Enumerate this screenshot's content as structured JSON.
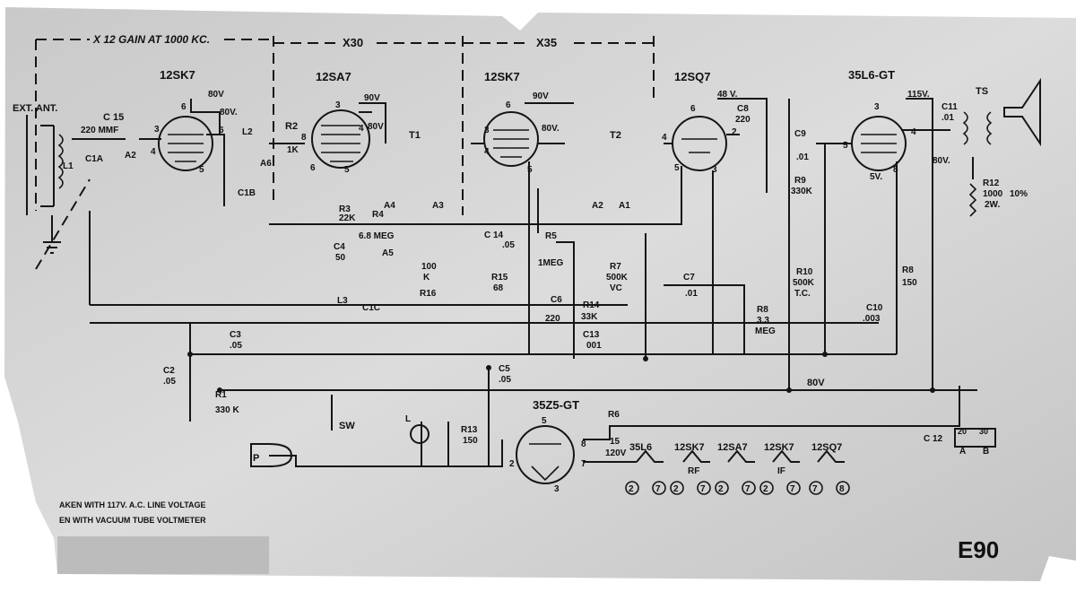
{
  "schematic": {
    "header": {
      "stage1_gain": "X 12 GAIN AT 1000 KC.",
      "stage2_gain": "X30",
      "stage3_gain": "X35"
    },
    "tubes": {
      "rf_amp": "12SK7",
      "converter": "12SA7",
      "if_amp": "12SK7",
      "detector": "12SQ7",
      "output": "35L6-GT",
      "rectifier": "35Z5-GT"
    },
    "antenna": {
      "label": "EXT. ANT.",
      "coil": "L1"
    },
    "voltages": {
      "v80a": "80V",
      "v80b": "80V.",
      "v90a": "90V",
      "v80c": "80V",
      "v90b": "90V",
      "v80d": "80V.",
      "v48": "48 V.",
      "v115": "115V.",
      "v80e": "80V.",
      "v5": "5V.",
      "bplus": "80V",
      "v120": "120V"
    },
    "components": {
      "c15": "C 15",
      "c15v": "220 MMF",
      "c1a": "C1A",
      "c1b": "C1B",
      "c1c": "C1C",
      "a2a": "A2",
      "a6a": "A6",
      "a5": "A5",
      "a4": "A4",
      "a3": "A3",
      "a2b": "A2",
      "a1": "A1",
      "l2": "L2",
      "l3": "L3",
      "l_lamp": "L",
      "r2": "R2",
      "r2v": "1K",
      "r3": "R3",
      "r3v": "22K",
      "r4": "R4",
      "r4v": "6.8 MEG",
      "c4": "C4",
      "c4v": "50",
      "t1": "T1",
      "t2": "T2",
      "ts": "TS",
      "c14": "C 14",
      "c14v": ".05",
      "r5": "R5",
      "r5v": "1MEG",
      "r15": "R15",
      "r15v": "68",
      "c6": "C6",
      "c6v": "220",
      "r16a": "100",
      "r16b": "K",
      "r16": "R16",
      "r7": "R7",
      "r7v": "500K",
      "r7t": "VC",
      "c7": "C7",
      "c7v": ".01",
      "r14": "R14",
      "r14v": "33K",
      "c13": "C13",
      "c13v": "001",
      "r8": "R8",
      "r8v": "3.3",
      "r8u": "MEG",
      "c8": "C8",
      "c8v": "220",
      "c9": "C9",
      "c9v": ".01",
      "r9": "R9",
      "r9v": "330K",
      "r10": "R10",
      "r10v": "500K",
      "r10t": "T.C.",
      "c10": "C10",
      "c10v": ".003",
      "rb": "R8",
      "rbv": "150",
      "c11": "C11",
      "c11v": ".01",
      "r12": "R12",
      "r12v": "1000",
      "r12t": "10%",
      "r12w": "2W.",
      "c3": "C3",
      "c3v": ".05",
      "c2": "C2",
      "c2v": ".05",
      "r1": "R1",
      "r1v": "330 K",
      "c5": "C5",
      "c5v": ".05",
      "r13": "R13",
      "r13v": "150",
      "r6": "R6",
      "r6v": "15",
      "sw": "SW",
      "plug": "P",
      "c12": "C 12",
      "c12a": "A",
      "c12b": "B",
      "c12_20": "20",
      "c12_30": "30"
    },
    "pins": {
      "p1": "3",
      "p2": "4",
      "p3": "5",
      "p4": "6",
      "p5": "6",
      "p6": "3",
      "p7": "4",
      "p8": "5",
      "p9": "6",
      "p10": "8",
      "p11": "3",
      "p12": "4",
      "p13": "5",
      "p14": "6",
      "p15": "4",
      "p16": "5",
      "p17": "6",
      "p18": "2",
      "p19": "3",
      "p20": "3",
      "p21": "4",
      "p22": "5",
      "p23": "8",
      "p24": "5",
      "p25": "8",
      "p26": "2",
      "p27": "7",
      "p28": "3"
    },
    "heater_string": {
      "tubes": [
        "35L6",
        "12SK7",
        "12SA7",
        "12SK7",
        "12SQ7"
      ],
      "rf": "RF",
      "if": "IF",
      "pins": [
        "2",
        "7",
        "2",
        "7",
        "2",
        "7",
        "2",
        "7",
        "7",
        "8"
      ]
    },
    "notes": {
      "line1": "AKEN WITH 117V. A.C. LINE VOLTAGE",
      "line2": "EN WITH VACUUM TUBE VOLTMETER"
    },
    "model": "E90"
  }
}
